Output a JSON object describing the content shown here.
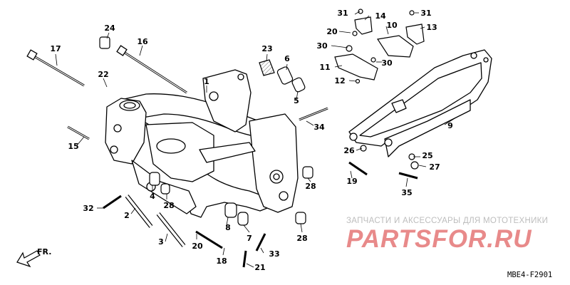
{
  "watermark": {
    "tagline": "ЗАПЧАСТИ И АКСЕССУАРЫ ДЛЯ МОТОТЕХНИКИ",
    "logo": "PARTSFOR.RU",
    "logo_color": "#e88a8a",
    "tagline_color": "#bdbdbd"
  },
  "diagram_code": "MBE4-F2901",
  "direction_label": "FR.",
  "callouts": [
    {
      "id": "24",
      "label": "24"
    },
    {
      "id": "16",
      "label": "16"
    },
    {
      "id": "17",
      "label": "17"
    },
    {
      "id": "22",
      "label": "22"
    },
    {
      "id": "1",
      "label": "1"
    },
    {
      "id": "23",
      "label": "23"
    },
    {
      "id": "6",
      "label": "6"
    },
    {
      "id": "5",
      "label": "5"
    },
    {
      "id": "34",
      "label": "34"
    },
    {
      "id": "15",
      "label": "15"
    },
    {
      "id": "4",
      "label": "4"
    },
    {
      "id": "28a",
      "label": "28"
    },
    {
      "id": "28b",
      "label": "28"
    },
    {
      "id": "32",
      "label": "32"
    },
    {
      "id": "2",
      "label": "2"
    },
    {
      "id": "3",
      "label": "3"
    },
    {
      "id": "20b",
      "label": "20"
    },
    {
      "id": "18",
      "label": "18"
    },
    {
      "id": "8",
      "label": "8"
    },
    {
      "id": "7",
      "label": "7"
    },
    {
      "id": "33",
      "label": "33"
    },
    {
      "id": "21",
      "label": "21"
    },
    {
      "id": "28c",
      "label": "28"
    },
    {
      "id": "31a",
      "label": "31"
    },
    {
      "id": "14",
      "label": "14"
    },
    {
      "id": "20a",
      "label": "20"
    },
    {
      "id": "10",
      "label": "10"
    },
    {
      "id": "31b",
      "label": "31"
    },
    {
      "id": "13",
      "label": "13"
    },
    {
      "id": "30a",
      "label": "30"
    },
    {
      "id": "11",
      "label": "11"
    },
    {
      "id": "30b",
      "label": "30"
    },
    {
      "id": "12",
      "label": "12"
    },
    {
      "id": "9",
      "label": "9"
    },
    {
      "id": "26",
      "label": "26"
    },
    {
      "id": "25",
      "label": "25"
    },
    {
      "id": "27",
      "label": "27"
    },
    {
      "id": "19",
      "label": "19"
    },
    {
      "id": "35",
      "label": "35"
    }
  ]
}
